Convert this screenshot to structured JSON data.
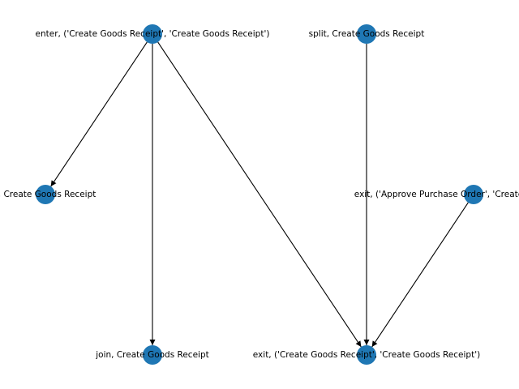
{
  "graph": {
    "node_color": "#1f77b4",
    "edge_color": "#000000",
    "nodes": [
      {
        "id": "enter",
        "label": "enter, ('Create Goods Receipt', 'Create Goods Receipt')"
      },
      {
        "id": "split",
        "label": "split, Create Goods Receipt"
      },
      {
        "id": "t",
        "label": "t, Create Goods Receipt"
      },
      {
        "id": "exit_approve",
        "label": "exit, ('Approve Purchase Order', 'Create Goods Receipt')"
      },
      {
        "id": "join",
        "label": "join, Create Goods Receipt"
      },
      {
        "id": "exit_create",
        "label": "exit, ('Create Goods Receipt', 'Create Goods Receipt')"
      }
    ],
    "edges": [
      {
        "from": "enter",
        "to": "t"
      },
      {
        "from": "enter",
        "to": "join"
      },
      {
        "from": "enter",
        "to": "exit_create"
      },
      {
        "from": "split",
        "to": "exit_create"
      },
      {
        "from": "exit_approve",
        "to": "exit_create"
      }
    ]
  }
}
